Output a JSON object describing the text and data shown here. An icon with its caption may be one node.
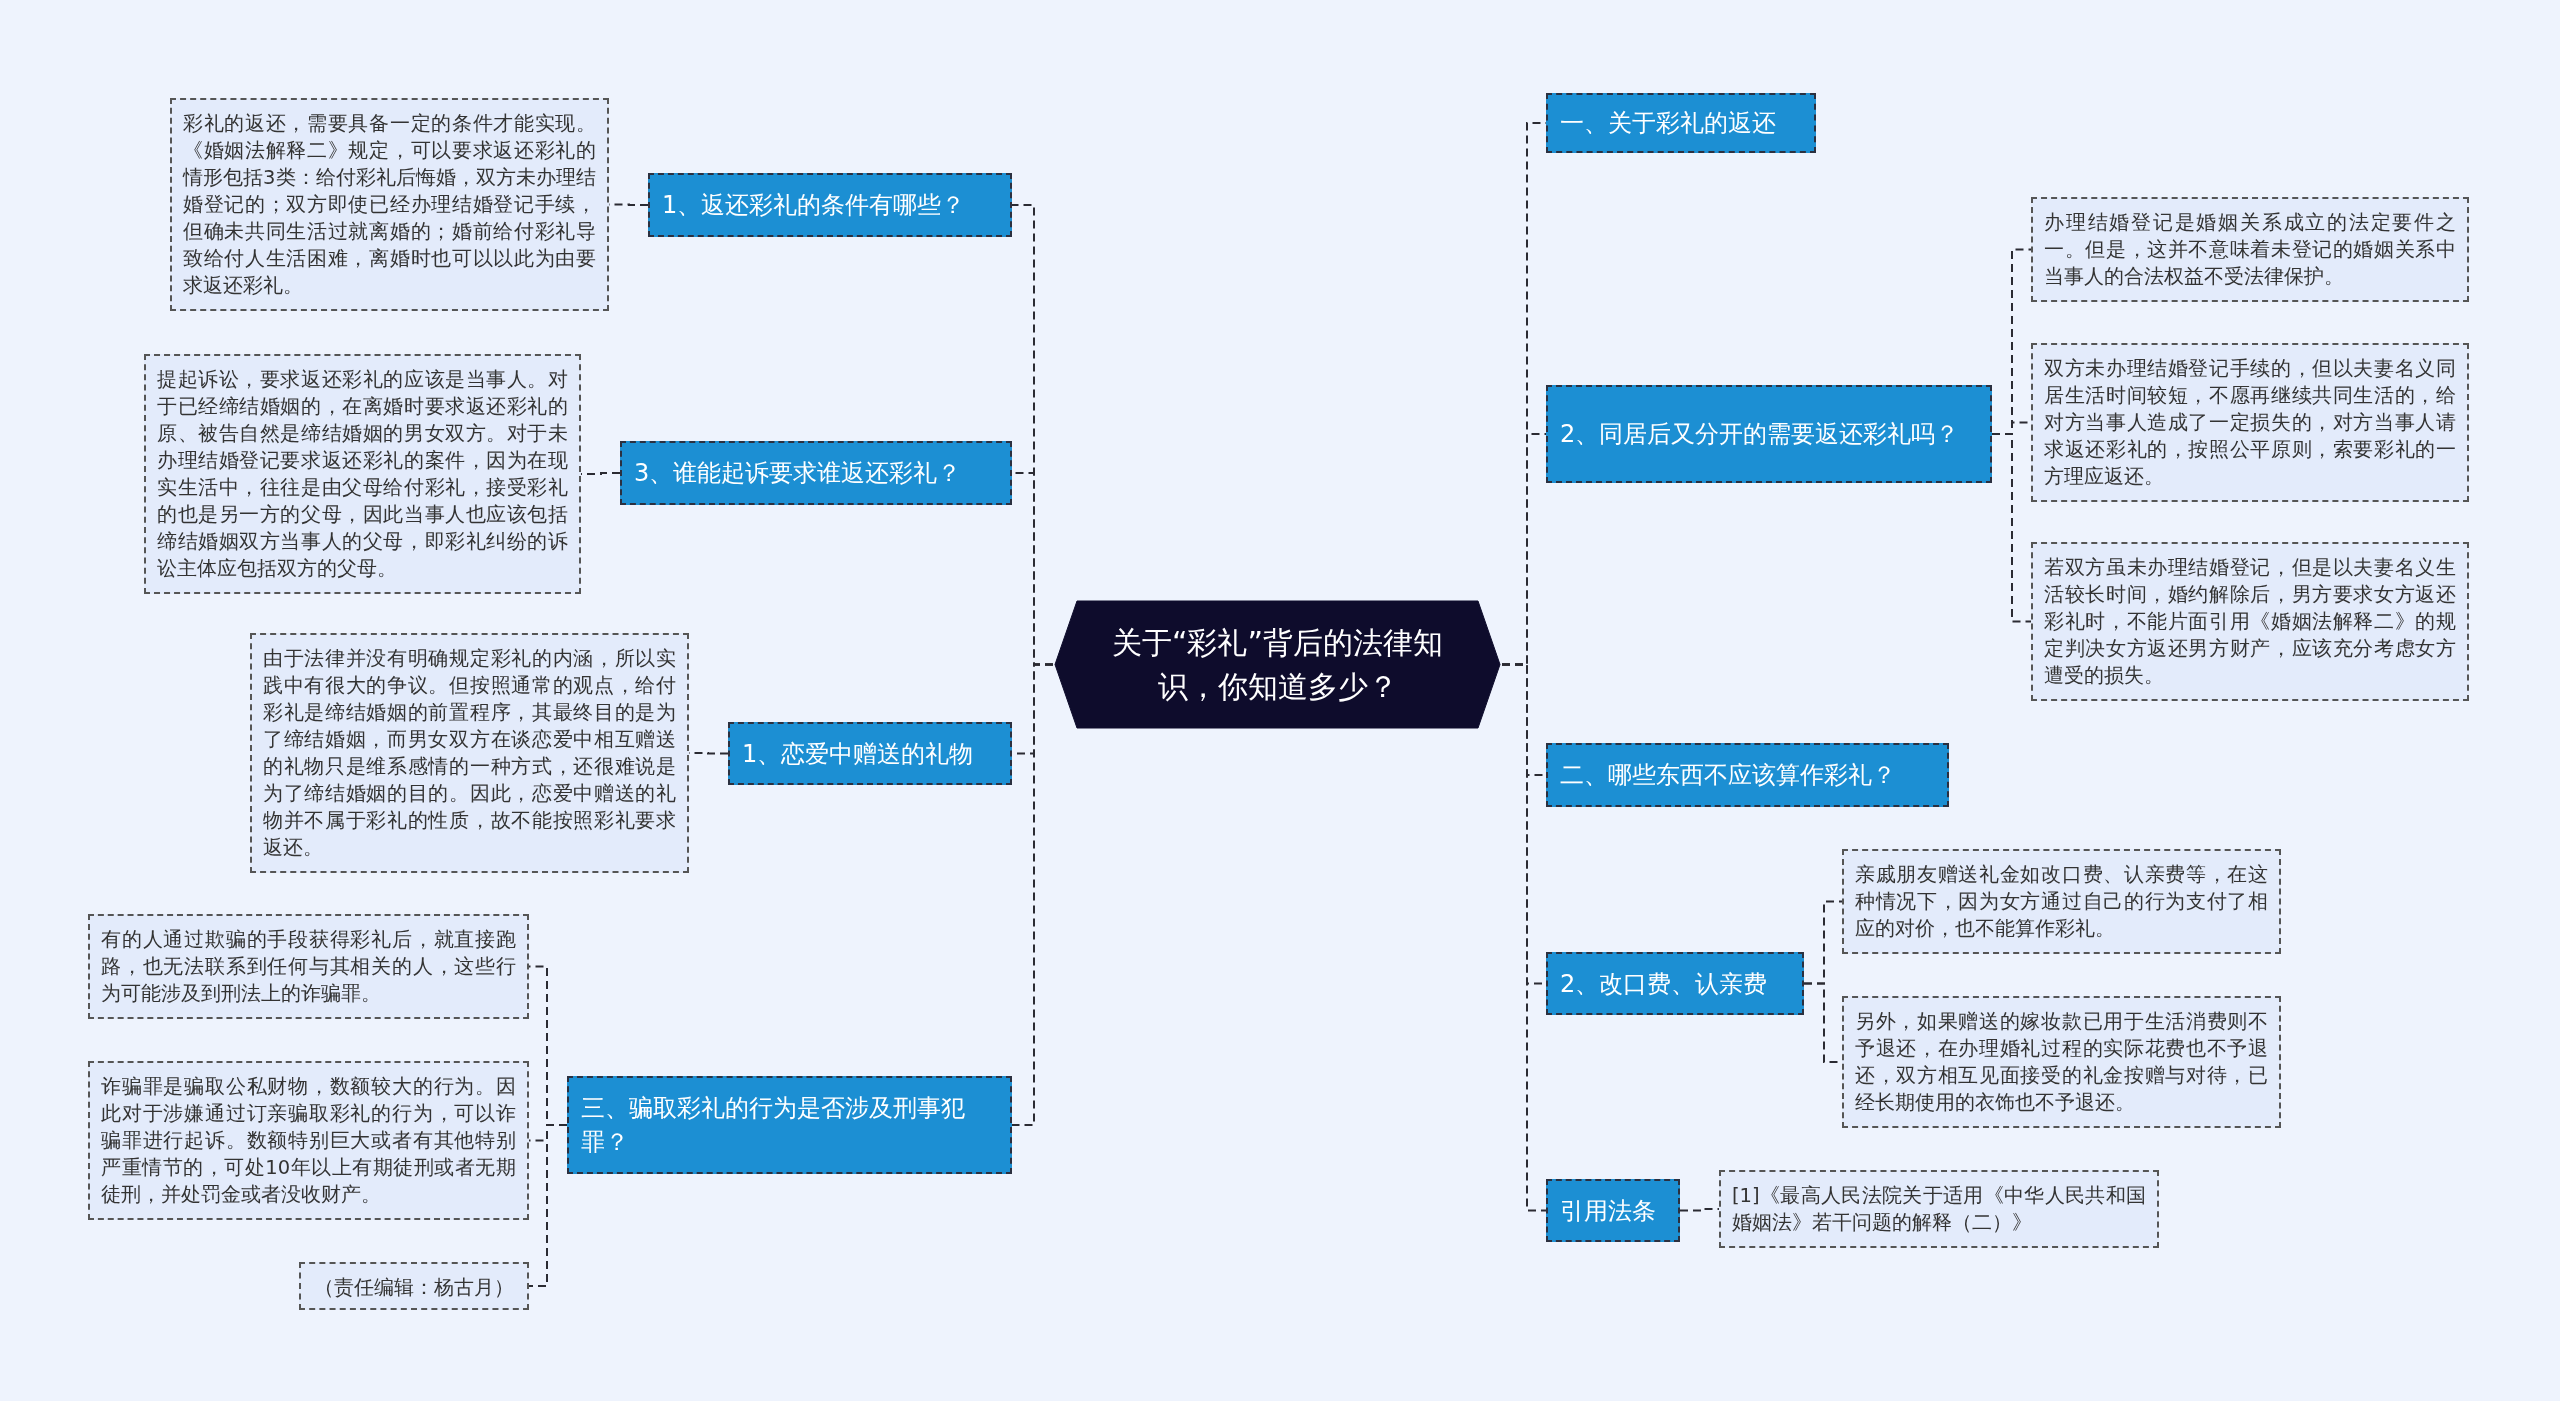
{
  "diagram": {
    "nodes": [
      {
        "text": [
          "关于“彩礼”背后的法律知识，你知道多少？"
        ]
      },
      {
        "text": [
          "1、返还彩礼的条件有哪些？"
        ]
      },
      {
        "text": [
          "彩礼的返还，需要具备一定的条件才能实现。《婚姻法解释二》规定，可以要求返还彩礼的情形包括3类：给付彩礼后悔婚，双方未办理结婚登记的；双方即使已经办理结婚登记手续，但确未共同生活过就离婚的；婚前给付彩礼导致给付人生活困难，离婚时也可以以此为由要求返还彩礼。"
        ]
      },
      {
        "text": [
          "3、谁能起诉要求谁返还彩礼？"
        ]
      },
      {
        "text": [
          "提起诉讼，要求返还彩礼的应该是当事人。对于已经缔结婚姻的，在离婚时要求返还彩礼的原、被告自然是缔结婚姻的男女双方。对于未办理结婚登记要求返还彩礼的案件，因为在现实生活中，往往是由父母给付彩礼，接受彩礼的也是另一方的父母，因此当事人也应该包括缔结婚姻双方当事人的父母，即彩礼纠纷的诉讼主体应包括双方的父母。"
        ]
      },
      {
        "text": [
          "1、恋爱中赠送的礼物"
        ]
      },
      {
        "text": [
          "由于法律并没有明确规定彩礼的内涵，所以实践中有很大的争议。但按照通常的观点，给付彩礼是缔结婚姻的前置程序，其最终目的是为了缔结婚姻，而男女双方在谈恋爱中相互赠送的礼物只是维系感情的一种方式，还很难说是为了缔结婚姻的目的。因此，恋爱中赠送的礼物并不属于彩礼的性质，故不能按照彩礼要求返还。"
        ]
      },
      {
        "text": [
          "三、骗取彩礼的行为是否涉及刑事犯罪？"
        ]
      },
      {
        "text": [
          "有的人通过欺骗的手段获得彩礼后，就直接跑路，也无法联系到任何与其相关的人，这些行为可能涉及到刑法上的诈骗罪。"
        ]
      },
      {
        "text": [
          "诈骗罪是骗取公私财物，数额较大的行为。因此对于涉嫌通过订亲骗取彩礼的行为，可以诈骗罪进行起诉。数额特别巨大或者有其他特别严重情节的，可处10年以上有期徒刑或者无期徒刑，并处罚金或者没收财产。"
        ]
      },
      {
        "text": [
          "（责任编辑：杨古月）"
        ]
      },
      {
        "text": [
          "一、关于彩礼的返还"
        ]
      },
      {
        "text": [
          "2、同居后又分开的需要返还彩礼吗？"
        ]
      },
      {
        "text": [
          "办理结婚登记是婚姻关系成立的法定要件之一。但是，这并不意味着未登记的婚姻关系中当事人的合法权益不受法律保护。"
        ]
      },
      {
        "text": [
          "双方未办理结婚登记手续的，但以夫妻名义同居生活时间较短，不愿再继续共同生活的，给对方当事人造成了一定损失的，对方当事人请求返还彩礼的，按照公平原则，索要彩礼的一方理应返还。"
        ]
      },
      {
        "text": [
          "若双方虽未办理结婚登记，但是以夫妻名义生活较长时间，婚约解除后，男方要求女方返还彩礼时，不能片面引用《婚姻法解释二》的规定判决女方返还男方财产，应该充分考虑女方遭受的损失。"
        ]
      },
      {
        "text": [
          "二、哪些东西不应该算作彩礼？"
        ]
      },
      {
        "text": [
          "2、改口费、认亲费"
        ]
      },
      {
        "text": [
          "亲戚朋友赠送礼金如改口费、认亲费等，在这种情况下，因为女方通过自己的行为支付了相应的对价，也不能算作彩礼。"
        ]
      },
      {
        "text": [
          "另外，如果赠送的嫁妆款已用于生活消费则不予退还，在办理婚礼过程的实际花费也不予退还，双方相互见面接受的礼金按赠与对待，已经长期使用的衣饰也不予退还。"
        ]
      },
      {
        "text": [
          "引用法条"
        ]
      },
      {
        "text": [
          "[1]《最高人民法院关于适用《中华人民共和国婚姻法》若干问题的解释（二）》"
        ]
      }
    ],
    "edges": [
      {
        "from": 0,
        "to": 1,
        "arrow": "none",
        "style": "dashed"
      },
      {
        "from": 0,
        "to": 3,
        "arrow": "none",
        "style": "dashed"
      },
      {
        "from": 0,
        "to": 5,
        "arrow": "none",
        "style": "dashed"
      },
      {
        "from": 0,
        "to": 7,
        "arrow": "none",
        "style": "dashed"
      },
      {
        "from": 0,
        "to": 11,
        "arrow": "none",
        "style": "dashed"
      },
      {
        "from": 0,
        "to": 12,
        "arrow": "none",
        "style": "dashed"
      },
      {
        "from": 0,
        "to": 16,
        "arrow": "none",
        "style": "dashed"
      },
      {
        "from": 0,
        "to": 17,
        "arrow": "none",
        "style": "dashed"
      },
      {
        "from": 0,
        "to": 20,
        "arrow": "none",
        "style": "dashed"
      },
      {
        "from": 1,
        "to": 2,
        "arrow": "none",
        "style": "dashed"
      },
      {
        "from": 3,
        "to": 4,
        "arrow": "none",
        "style": "dashed"
      },
      {
        "from": 5,
        "to": 6,
        "arrow": "none",
        "style": "dashed"
      },
      {
        "from": 7,
        "to": 8,
        "arrow": "none",
        "style": "dashed"
      },
      {
        "from": 7,
        "to": 9,
        "arrow": "none",
        "style": "dashed"
      },
      {
        "from": 7,
        "to": 10,
        "arrow": "none",
        "style": "dashed"
      },
      {
        "from": 12,
        "to": 13,
        "arrow": "none",
        "style": "dashed"
      },
      {
        "from": 12,
        "to": 14,
        "arrow": "none",
        "style": "dashed"
      },
      {
        "from": 12,
        "to": 15,
        "arrow": "none",
        "style": "dashed"
      },
      {
        "from": 17,
        "to": 18,
        "arrow": "none",
        "style": "dashed"
      },
      {
        "from": 17,
        "to": 19,
        "arrow": "none",
        "style": "dashed"
      },
      {
        "from": 20,
        "to": 21,
        "arrow": "none",
        "style": "dashed"
      }
    ]
  }
}
